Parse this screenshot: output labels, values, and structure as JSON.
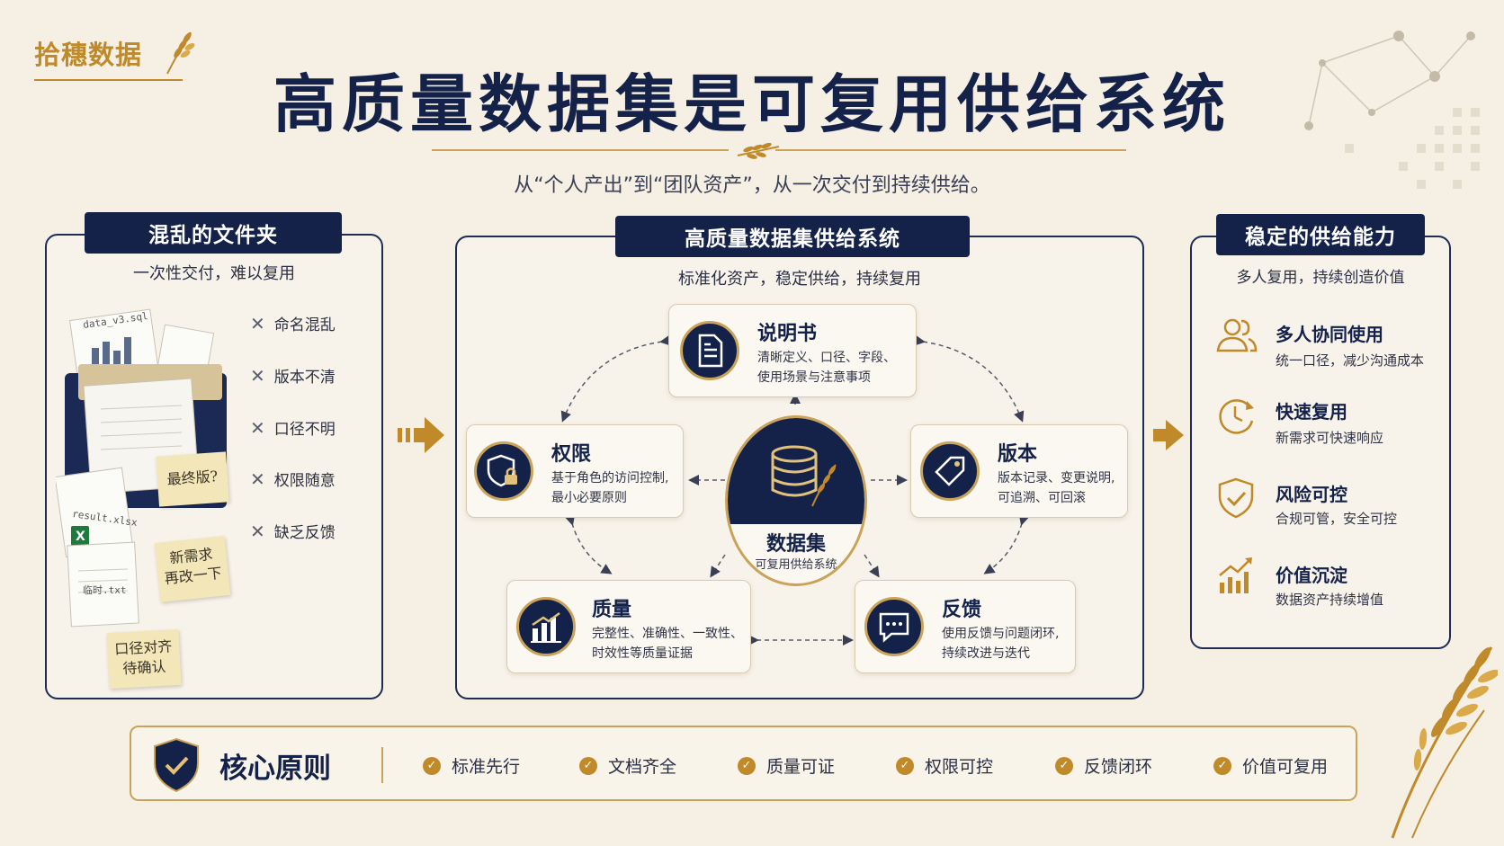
{
  "brand": {
    "name": "拾穗数据"
  },
  "header": {
    "title": "高质量数据集是可复用供给系统",
    "subtitle": "从“个人产出”到“团队资产”，从一次交付到持续供给。"
  },
  "left_panel": {
    "title": "混乱的文件夹",
    "subtitle": "一次性交付，难以复用",
    "problems": [
      "命名混乱",
      "版本不清",
      "口径不明",
      "权限随意",
      "缺乏反馈"
    ],
    "files": [
      "data_v3.sql",
      "result.xlsx",
      "临时.txt"
    ],
    "notes": [
      "最终版?",
      "新需求\n再改一下",
      "口径对齐\n待确认"
    ]
  },
  "center_panel": {
    "title": "高质量数据集供给系统",
    "subtitle": "标准化资产，稳定供给，持续复用",
    "core": {
      "title": "数据集",
      "subtitle": "可复用供给系统"
    },
    "nodes": [
      {
        "title": "说明书",
        "desc1": "清晰定义、口径、字段、",
        "desc2": "使用场景与注意事项"
      },
      {
        "title": "权限",
        "desc1": "基于角色的访问控制,",
        "desc2": "最小必要原则"
      },
      {
        "title": "版本",
        "desc1": "版本记录、变更说明,",
        "desc2": "可追溯、可回滚"
      },
      {
        "title": "质量",
        "desc1": "完整性、准确性、一致性、",
        "desc2": "时效性等质量证据"
      },
      {
        "title": "反馈",
        "desc1": "使用反馈与问题闭环,",
        "desc2": "持续改进与迭代"
      }
    ]
  },
  "right_panel": {
    "title": "稳定的供给能力",
    "subtitle": "多人复用，持续创造价值",
    "items": [
      {
        "title": "多人协同使用",
        "desc": "统一口径，减少沟通成本",
        "icon": "users-icon"
      },
      {
        "title": "快速复用",
        "desc": "新需求可快速响应",
        "icon": "clock-icon"
      },
      {
        "title": "风险可控",
        "desc": "合规可管，安全可控",
        "icon": "shield-check-icon"
      },
      {
        "title": "价值沉淀",
        "desc": "数据资产持续增值",
        "icon": "growth-chart-icon"
      }
    ]
  },
  "principles": {
    "title": "核心原则",
    "items": [
      "标准先行",
      "文档齐全",
      "质量可证",
      "权限可控",
      "反馈闭环",
      "价值可复用"
    ]
  },
  "colors": {
    "navy": "#14224a",
    "gold": "#c08a2a",
    "background": "#f5efe4"
  }
}
